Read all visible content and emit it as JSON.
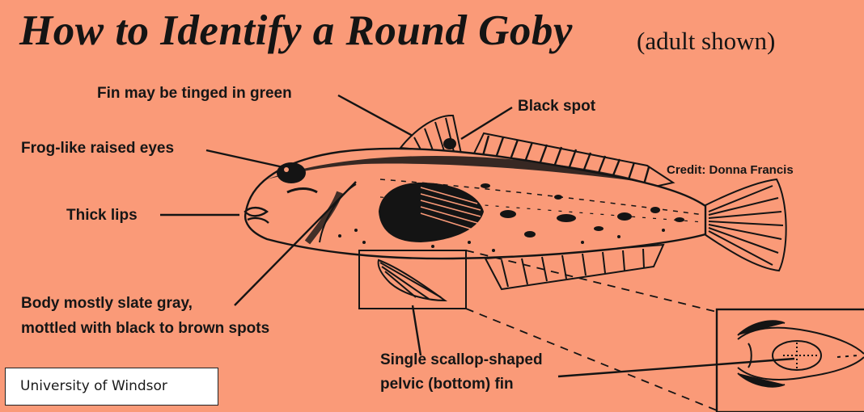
{
  "header": {
    "title": "How to Identify a Round Goby",
    "subtitle": "(adult shown)"
  },
  "labels": {
    "fin_green": "Fin may be tinged in green",
    "black_spot": "Black spot",
    "frog_eyes": "Frog-like raised eyes",
    "credit": "Credit: Donna Francis",
    "thick_lips": "Thick lips",
    "body_line1": "Body mostly slate gray,",
    "body_line2": "mottled with black to brown spots",
    "pelvic_line1": "Single scallop-shaped",
    "pelvic_line2": "pelvic (bottom) fin"
  },
  "watermark": {
    "text": "University of Windsor"
  },
  "colors": {
    "background": "#fa9a78",
    "ink": "#141414"
  }
}
